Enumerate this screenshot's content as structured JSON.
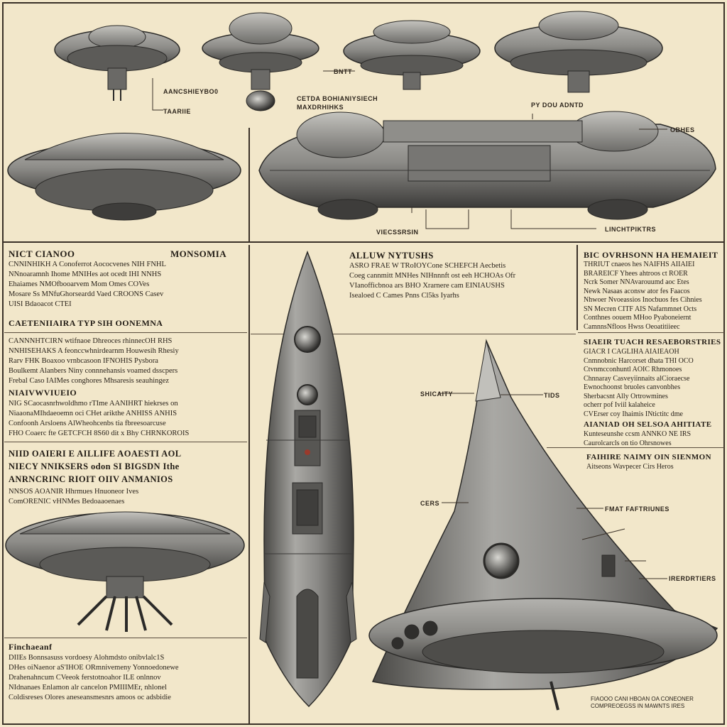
{
  "labels": {
    "top_left_label_1": "AANCSHIEYBO0",
    "top_left_label_2": "TAARIIE",
    "top_mid_label_1": "CETDA BOHIANIYSIECH",
    "top_mid_label_2": "MAXDRHIHKS",
    "top_mid_label_3": "BNTT",
    "top_right_label_1": "PY DOU ADNTD",
    "top_right_label_2": "OBHES",
    "mid_label_bottom_1": "VIECSSRSIN",
    "mid_label_bottom_2": "LINCHTPIKTRS",
    "right_ship_label_1": "SHICAITY",
    "right_ship_label_2": "TIDS",
    "right_ship_label_3": "CERS",
    "right_ship_label_4": "FMAT FAFTRIUNES",
    "right_ship_label_5": "IRERDRTIERS",
    "footer_note": "FIAOOO CANI HBOAN OA CONEONER\nCOMPREOEGSS IN MAWNTS IRES"
  },
  "panels": {
    "left_a": {
      "heading_1": "NICT CIANOO",
      "heading_2": "MONSOMIA",
      "text": "CNNINHIKH A Conoferrot Aococvenes NIH FNHL\nNNnoaramnh Ihome MNIHes aot ocedt IHI NNHS\nEhaiames NMOfbooarvem Mom Omes COVes\nMosare Ss MNfuGhorseardd Vaed CROONS Casev\nUISI Bdaoacot CTEI",
      "sub_heading": "CAETENIIAIRA TYP SIH OONEMNA"
    },
    "left_b": {
      "text": "CANNNHTCIRN wtifnaoe Dhreoces rhinnecOH RHS\nNNHISEHAKS A feonccwhnirdearnm Houwesih Rhesiy\nRarv FHK Boaxoo vrnbcasoon IFNOHIS Pysbora\nBoulkemt Alanbers Niny connnehansis voamed dsscpers\nFrebal Caso IAIMes conghores Mhsaresis seauhingez",
      "heading": "NIAIVWVIUEIO",
      "text_2": "NIG SCaocasnrhwoldhmo rTIme AANIHRT hiekrses on\nNiaaonaMIhdaeoemn oci CHet arikthe ANHISS ANHIS\nConfoonh Arsloens AlWheohcenbs tia fbreesoarcuse\nFHO Coaerc fte GETCFCH 8S60 dit x Bhy CHRNKOROIS"
    },
    "left_c": {
      "heading_1": "NIID OAIERI E AILLIFE AOAESTI AOL",
      "heading_2": "NIECY NNIKSERS odon SI BIGSDN Ithe",
      "heading_3": "ANRNCRINC RIOIT OIIV ANMANIOS",
      "text": "NNSOS AOANIR Hhrmues Hnuoneor Ives\nComORENIC vHNMes Bedoaaoenaes"
    },
    "left_d": {
      "heading": "Finchaeanf",
      "text": "DIIEs Bonnsasuss vordoesy Alohmdsto onibvlalc1S\nDHes oiNaenor aS'IHOE ORmnivemeny Yonnoedonewe\nDrahenahncum CVeeok ferstotnoahor ILE onlnnov\nNIdnanaes Enlamon alr cancelon PMIIIMEr, nhlonel\nColdisreses Olores aneseansmesnrs amoos oc adsbidie"
    },
    "center": {
      "heading": "ALLUW NYTUSHS",
      "text": "ASRO FRAE W TRoIOYCone SCHEFCH Aecbetis\nCoeg cannmitt MNHes NIHnnnft ost eeh HCHOAs Ofr\nVIanofficbnoa ars BHO Xrarnere cam EINIAUSHS\nIsealoed C Cames Pnns Cl5ks Iyarhs"
    },
    "right_a": {
      "heading": "BIC OVRHSONN HA HEMAIEIT",
      "text": "THRIUT cnaeos hes NAIFHS AIIAIEI\nBRAREICF Yhees ahtroos ct ROER\nNcrk Somer NNAvarouumd aoc Etes\nNewk Nasaas aconsw ator fes Faacos\nNhwoer Nvoeassios Inocbuos fes Cihnies\nSN Mecren CITF AIS Nafarnmnet Octs\nConthnes oouem MHoo Pyaboneiernt\nCamnnsNfloos Hwss Oeoatitiieec",
      "heading_2": "SIAEIR TUACH RESAEBORSTRIES",
      "text_2": "GIACR I CAGLIHA AIAIEAOH\nCnmnobnic Harcorset dhata THI OCO\nCtvnmcconhuntl AOIC Rhmonoes\nChnnaray Casveyiinnaits alCioraecse\nEwnochoonst bruoles canvonbhes\nSherbacsnt Ally Ortrowmines\nocherr pof Iviil kalaheice\nCVErser coy Ihaimis INtictitc dme",
      "heading_3": "AIANIAD OH SELSOA AHITIATE",
      "text_3": "Kunteseunshe ccsm ANNKO NE IRS\nCaurolcarcls on tio Ohrsnowes",
      "heading_4": "FAIHIRE NAIMY OIN SIENMON",
      "text_4": "Aitseons Wavpecer Cirs Heros"
    }
  },
  "palette": {
    "paper": "#f2e7ca",
    "ink": "#2a241c",
    "metal_light": "#9a9a98",
    "metal_mid": "#6d6c6a",
    "metal_dark": "#3b3a39"
  }
}
